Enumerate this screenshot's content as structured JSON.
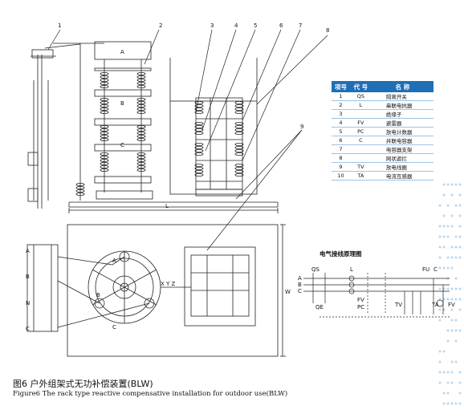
{
  "callouts": [
    "1",
    "2",
    "3",
    "4",
    "5",
    "6",
    "7",
    "8",
    "9"
  ],
  "elevation_labels": {
    "a": "A",
    "b": "B",
    "c": "C",
    "dim": "L"
  },
  "plan_labels": {
    "a": "A",
    "b": "B",
    "n": "N",
    "c": "C",
    "xyz": "X Y Z",
    "pa": "A",
    "pb": "B",
    "pc": "C",
    "dim": "W"
  },
  "wiring": {
    "title": "电气接线原理图",
    "phases": [
      "A",
      "B",
      "C"
    ],
    "qs": "QS",
    "qe": "QE",
    "l": "L",
    "fv": "FV",
    "pc": "PC",
    "tv": "TV",
    "fu": "FU",
    "c": "C",
    "ta": "TA",
    "fv2": "FV"
  },
  "legend": {
    "headers": [
      "项号",
      "代 号",
      "名 称"
    ],
    "rows": [
      [
        "1",
        "QS",
        "隔离开关"
      ],
      [
        "2",
        "L",
        "串联电抗器"
      ],
      [
        "3",
        "",
        "绝缘子"
      ],
      [
        "4",
        "FV",
        "避雷器"
      ],
      [
        "5",
        "PC",
        "放电计数器"
      ],
      [
        "6",
        "C",
        "并联电容器"
      ],
      [
        "7",
        "",
        "电容器支架"
      ],
      [
        "8",
        "",
        "网状遮拦"
      ],
      [
        "9",
        "TV",
        "放电线圈"
      ],
      [
        "10",
        "TA",
        "电流互感器"
      ]
    ]
  },
  "caption": {
    "zh": "图6   户外组架式无功补偿装置(BLW)",
    "en": "Figure6  The rack type reactive compensative installation for outdoor use(BLW)"
  },
  "colors": {
    "accent": "#1f6fb6",
    "dots": "#b9d8f0"
  }
}
